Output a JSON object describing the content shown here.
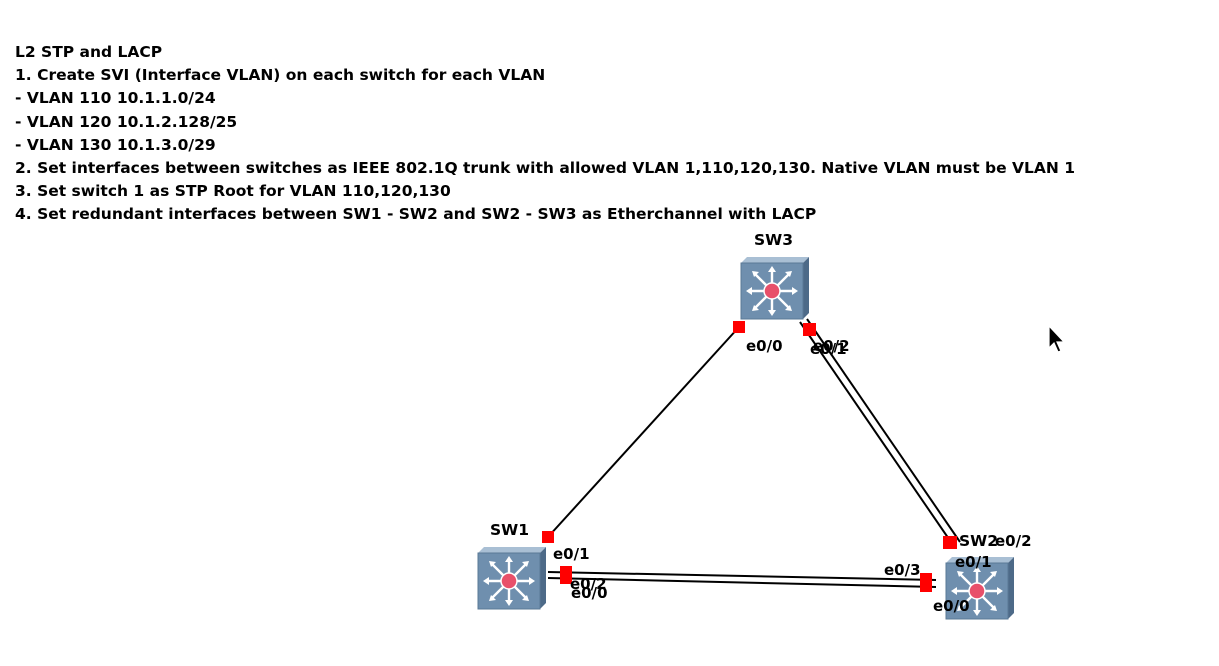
{
  "notes": {
    "title": "L2 STP and LACP",
    "lines": [
      "1. Create SVI (Interface VLAN) on each switch for each VLAN",
      "- VLAN 110 10.1.1.0/24",
      "- VLAN 120 10.1.2.128/25",
      "- VLAN 130 10.1.3.0/29",
      "2. Set interfaces between switches as IEEE 802.1Q trunk with allowed VLAN 1,110,120,130. Native VLAN must be VLAN 1",
      "3. Set switch 1 as STP Root for VLAN 110,120,130",
      "4. Set redundant interfaces between SW1 - SW2 and SW2 - SW3 as Etherchannel with LACP"
    ]
  },
  "topology": {
    "devices": {
      "sw1": {
        "label": "SW1",
        "icon": "multilayer-switch-icon"
      },
      "sw2": {
        "label": "SW2",
        "icon": "multilayer-switch-icon"
      },
      "sw3": {
        "label": "SW3",
        "icon": "multilayer-switch-icon"
      }
    },
    "ports": {
      "sw1_e01": "e0/1",
      "sw1_e02": "e0/2",
      "sw1_e00": "e0/0",
      "sw2_e03": "e0/3",
      "sw2_e00": "e0/0",
      "sw2_e01": "e0/1",
      "sw2_e02": "e0/2",
      "sw3_e00": "e0/0",
      "sw3_e01": "e0/1",
      "sw3_e02": "e0/2"
    },
    "links": [
      {
        "from": "SW1 e0/1",
        "to": "SW3 e0/0"
      },
      {
        "from": "SW1 e0/2",
        "to": "SW2 e0/3"
      },
      {
        "from": "SW1 e0/0",
        "to": "SW2 e0/0"
      },
      {
        "from": "SW3 e0/1",
        "to": "SW2 e0/1"
      },
      {
        "from": "SW3 e0/2",
        "to": "SW2 e0/2"
      }
    ],
    "colors": {
      "port": "#ff0000",
      "switch_body": "#6f8fae",
      "switch_top": "#9db5cc",
      "switch_center": "#e8506a"
    }
  }
}
